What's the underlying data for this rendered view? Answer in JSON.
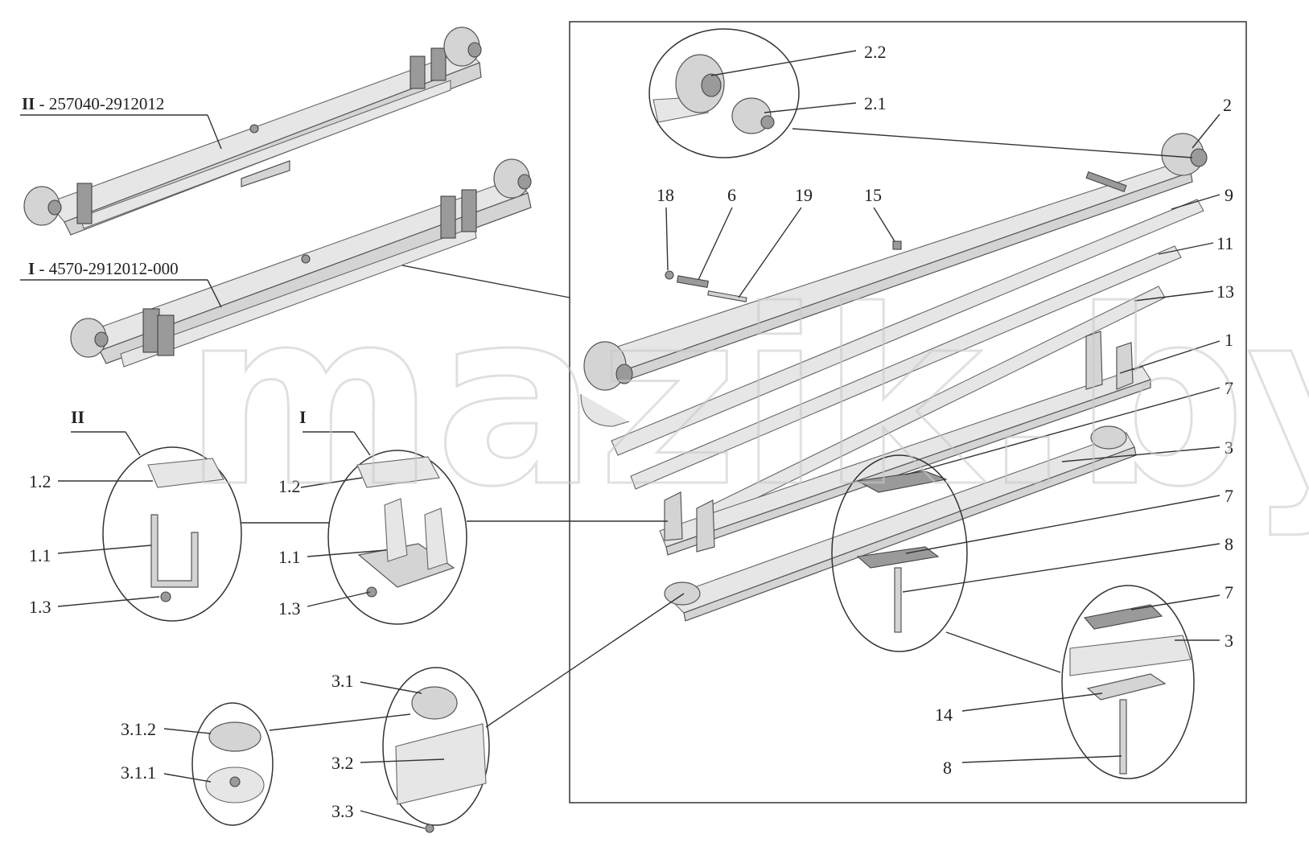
{
  "assemblies": [
    {
      "roman": "II",
      "code": " - 257040-2912012"
    },
    {
      "roman": "I",
      "code": " - 4570-2912012-000"
    }
  ],
  "detail_views": {
    "ii": "II",
    "i": "I"
  },
  "watermark": "mazik.by",
  "labels": {
    "l2_2": "2.2",
    "l2_1": "2.1",
    "l2": "2",
    "l18": "18",
    "l6": "6",
    "l19": "19",
    "l15": "15",
    "l9": "9",
    "l11": "11",
    "l13": "13",
    "l1": "1",
    "l7a": "7",
    "l3a": "3",
    "l7b": "7",
    "l8a": "8",
    "l7c": "7",
    "l3b": "3",
    "l14": "14",
    "l8b": "8",
    "l1_2a": "1.2",
    "l1_1a": "1.1",
    "l1_3a": "1.3",
    "l1_2b": "1.2",
    "l1_1b": "1.1",
    "l1_3b": "1.3",
    "l3_1": "3.1",
    "l3_1_2": "3.1.2",
    "l3_1_1": "3.1.1",
    "l3_2": "3.2",
    "l3_3": "3.3"
  }
}
